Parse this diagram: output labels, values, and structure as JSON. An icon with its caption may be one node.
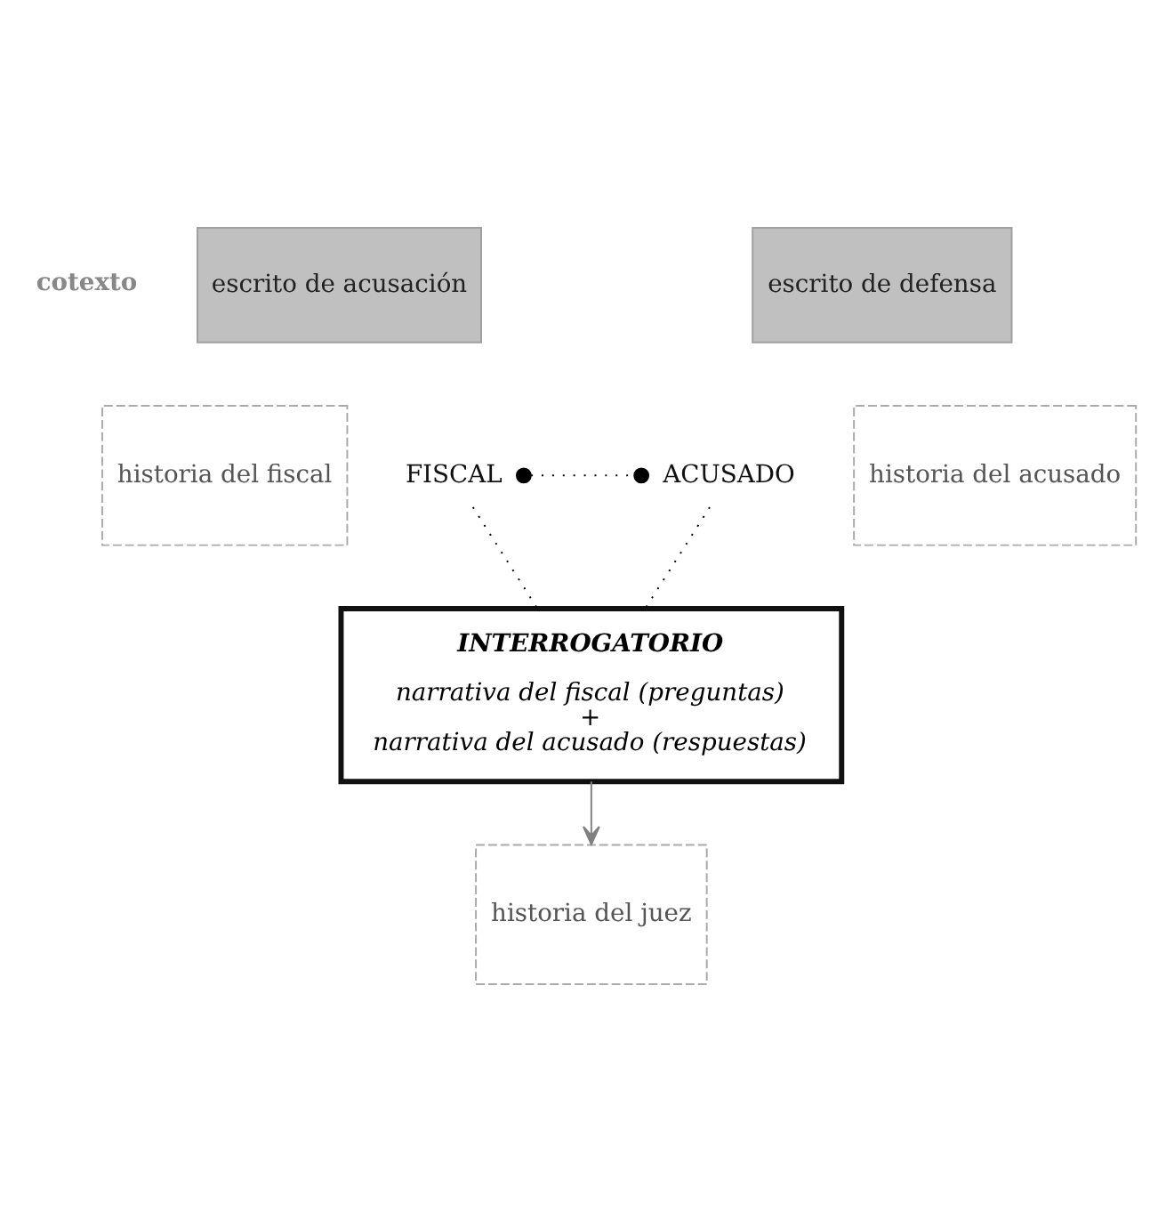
{
  "diagram": {
    "nodes": [
      {
        "text": [
          "escrito de acusación"
        ]
      },
      {
        "text": [
          "escrito de defensa"
        ]
      },
      {
        "text": [
          "historia del fiscal"
        ]
      },
      {
        "text": [
          "FISCAL"
        ]
      },
      {
        "text": [
          "ACUSADO"
        ]
      },
      {
        "text": [
          "historia del acusado"
        ]
      },
      {
        "text": [
          "INTERROGATORIO",
          "narrativa del fiscal (preguntas)",
          "+",
          "narrativa del acusado (respuestas)"
        ]
      },
      {
        "text": [
          "historia del juez"
        ]
      }
    ],
    "edges": [
      {
        "from": 3,
        "to": 4,
        "arrow": "other",
        "style": "dashed"
      },
      {
        "from": 3,
        "to": 6,
        "arrow": "none",
        "style": "dashed"
      },
      {
        "from": 4,
        "to": 6,
        "arrow": "none",
        "style": "dashed"
      },
      {
        "from": 6,
        "to": 7,
        "arrow": "to",
        "color": "#808080"
      }
    ],
    "labels": [
      "cotexto"
    ]
  }
}
